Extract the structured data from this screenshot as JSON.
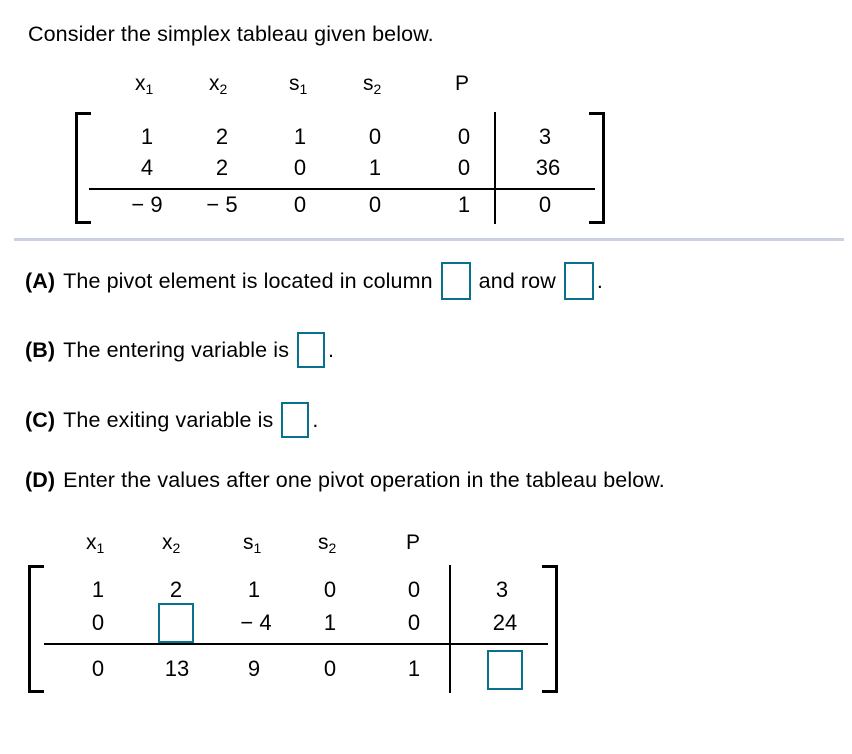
{
  "page": {
    "intro": "Consider the simplex tableau given below."
  },
  "tableau1": {
    "name": "initial-simplex-tableau",
    "headers": [
      {
        "base": "x",
        "sub": "1"
      },
      {
        "base": "x",
        "sub": "2"
      },
      {
        "base": "s",
        "sub": "1"
      },
      {
        "base": "s",
        "sub": "2"
      },
      {
        "base": "P",
        "sub": ""
      }
    ],
    "rows": [
      {
        "cells": [
          "1",
          "2",
          "1",
          "0",
          "0"
        ],
        "rhs": "3"
      },
      {
        "cells": [
          "4",
          "2",
          "0",
          "1",
          "0"
        ],
        "rhs": "36"
      },
      {
        "cells": [
          "− 9",
          "− 5",
          "0",
          "0",
          "1"
        ],
        "rhs": "0"
      }
    ]
  },
  "questions": [
    {
      "id": "A",
      "label": "(A)",
      "text_before": "The pivot element is located in column",
      "text_middle": "and row",
      "text_after": ".",
      "input1_value": "",
      "input2_value": ""
    },
    {
      "id": "B",
      "label": "(B)",
      "text_before": "The entering variable is",
      "text_after": ".",
      "input1_value": ""
    },
    {
      "id": "C",
      "label": "(C)",
      "text_before": "The exiting variable is",
      "text_after": ".",
      "input1_value": ""
    },
    {
      "id": "D",
      "label": "(D)",
      "text_before": "Enter the values after one pivot operation in the tableau below.",
      "text_after": ""
    }
  ],
  "tableau2": {
    "name": "answer-simplex-tableau",
    "headers": [
      {
        "base": "x",
        "sub": "1"
      },
      {
        "base": "x",
        "sub": "2"
      },
      {
        "base": "s",
        "sub": "1"
      },
      {
        "base": "s",
        "sub": "2"
      },
      {
        "base": "P",
        "sub": ""
      }
    ],
    "rows": [
      {
        "cells": [
          "1",
          "2",
          "1",
          "0",
          "0"
        ],
        "rhs": "3"
      },
      {
        "cells": [
          "0",
          "",
          "− 4",
          "1",
          "0"
        ],
        "rhs": "24"
      },
      {
        "cells": [
          "0",
          "13",
          "9",
          "0",
          "1"
        ],
        "rhs": ""
      }
    ],
    "input_cells": [
      {
        "row": 1,
        "col": 1,
        "value": ""
      },
      {
        "row": 2,
        "col": "rhs",
        "value": ""
      }
    ]
  },
  "colors": {
    "input_border": "#0a718c",
    "divider": "#ccd1e2",
    "text": "#000000"
  }
}
